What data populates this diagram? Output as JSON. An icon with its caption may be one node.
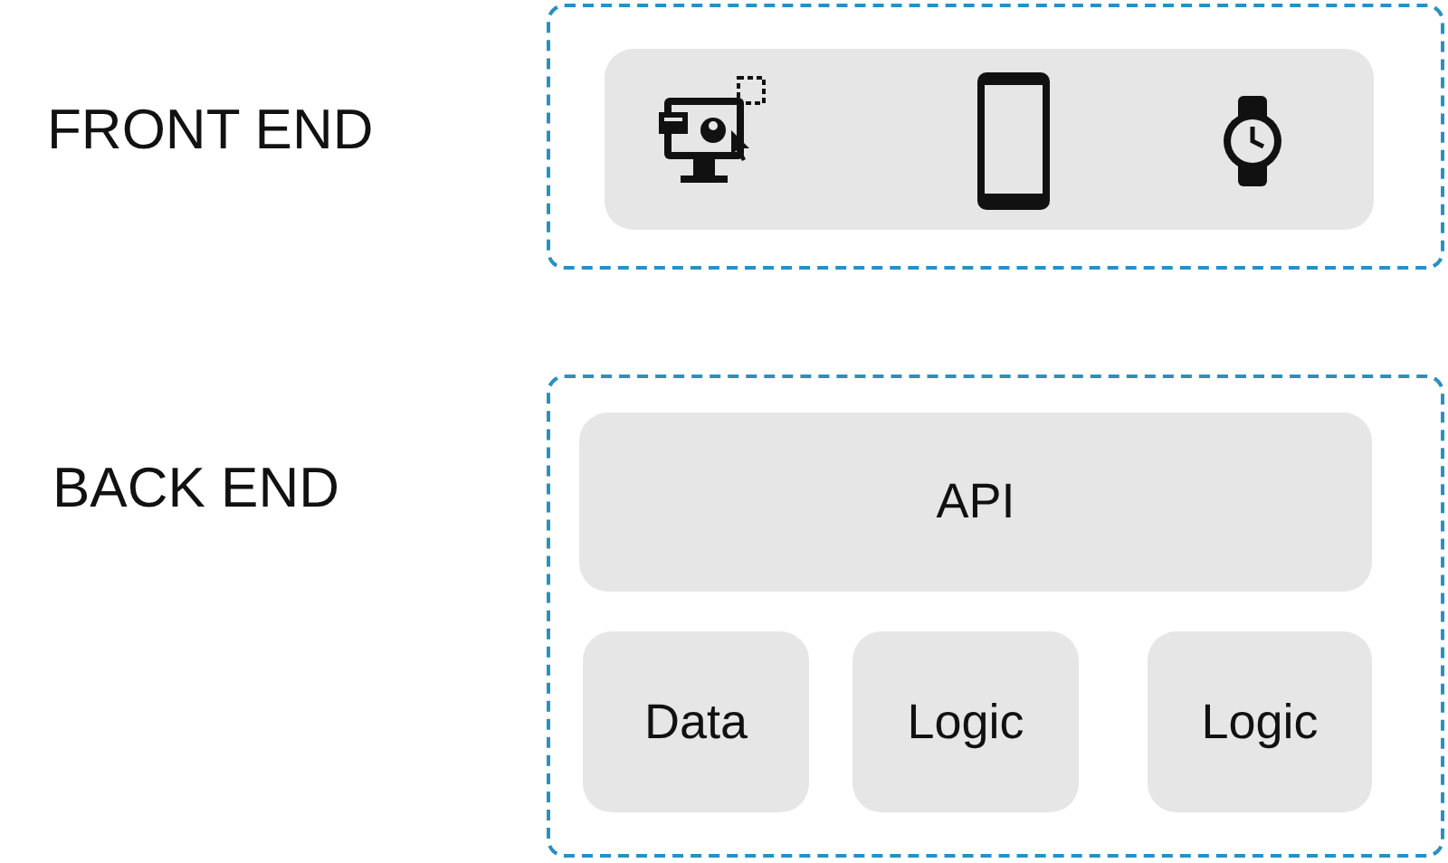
{
  "diagram": {
    "nodes": [
      {
        "text": [
          "FRONT END"
        ]
      },
      {
        "text": [],
        "shape": "box",
        "in": 0
      },
      {
        "text": [
          "BACK END"
        ]
      },
      {
        "text": [
          "API"
        ],
        "in": 2
      },
      {
        "text": [
          "Data"
        ],
        "in": 2
      },
      {
        "text": [
          "Logic"
        ],
        "in": 2
      },
      {
        "text": [
          "Logic"
        ],
        "in": 2
      }
    ]
  }
}
